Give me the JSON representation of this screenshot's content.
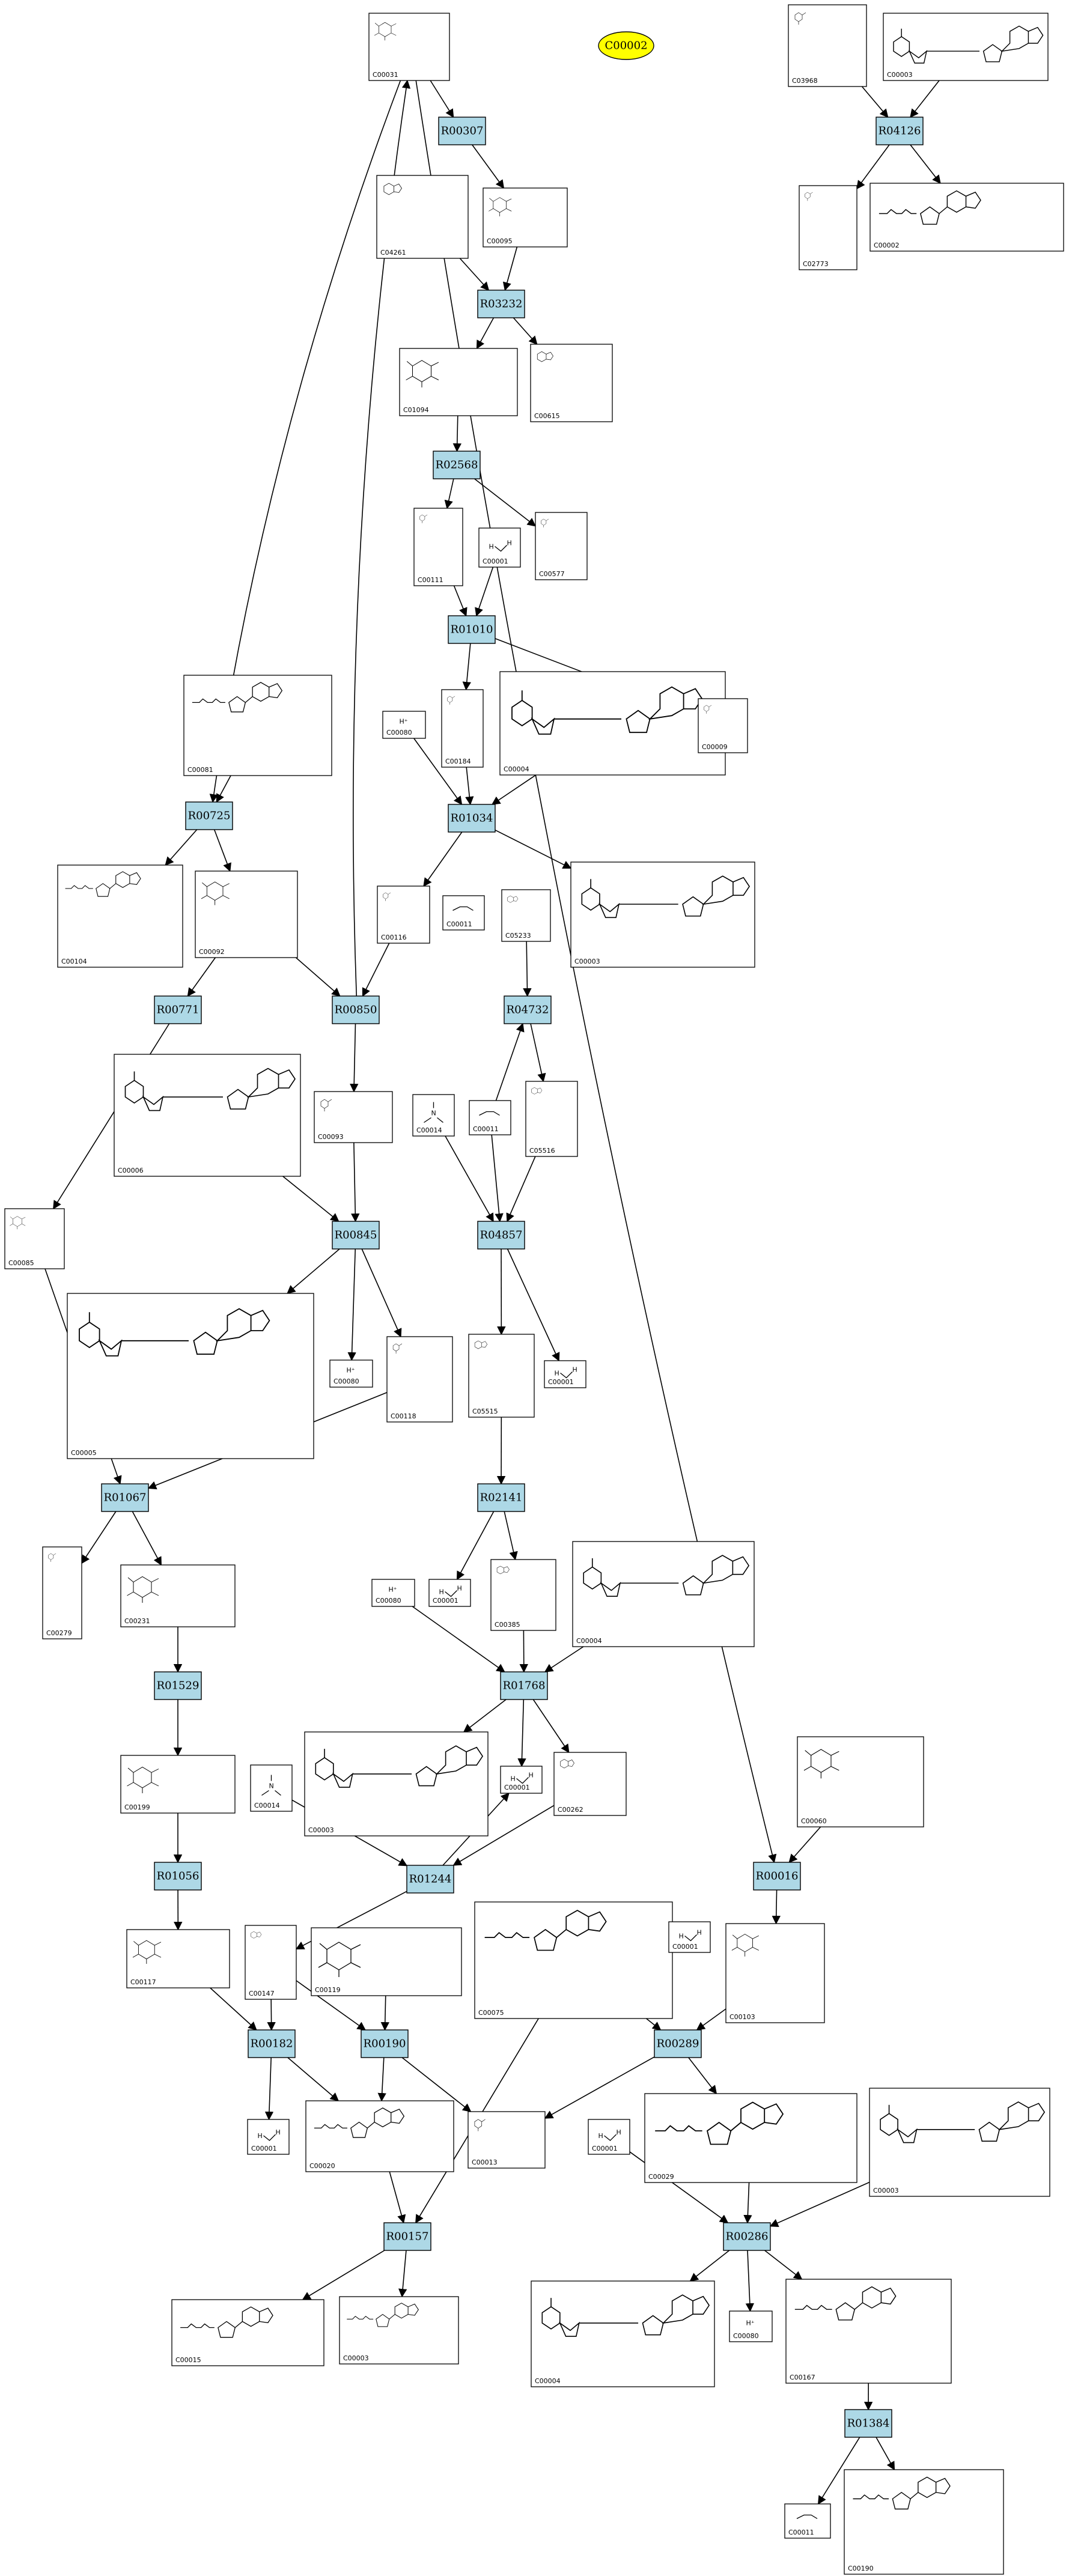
{
  "highlight": {
    "id": "C00002",
    "color": "#ffff00"
  },
  "colors": {
    "reaction": "#add8e6",
    "edge": "#000000",
    "compound_box": "#ffffff"
  },
  "reactions": [
    "R00307",
    "R04126",
    "R03232",
    "R02568",
    "R01010",
    "R00725",
    "R01034",
    "R00771",
    "R00850",
    "R04732",
    "R00845",
    "R04857",
    "R01067",
    "R02141",
    "R01529",
    "R01768",
    "R01056",
    "R01244",
    "R00016",
    "R00182",
    "R00190",
    "R00289",
    "R00157",
    "R00286",
    "R01384"
  ],
  "compounds": [
    "C00031",
    "C03968",
    "C00003",
    "C04261",
    "C00095",
    "C02773",
    "C00002",
    "C01094",
    "C00615",
    "C00111",
    "C00001",
    "C00577",
    "C00080",
    "C00184",
    "C00004",
    "C00009",
    "C00081",
    "C00116",
    "C00011",
    "C05233",
    "C00104",
    "C00092",
    "C00006",
    "C00093",
    "C00014",
    "C05516",
    "C00085",
    "C00005",
    "C00118",
    "C05515",
    "C00279",
    "C00231",
    "C00385",
    "C00199",
    "C00262",
    "C00060",
    "C00117",
    "C00147",
    "C00119",
    "C00075",
    "C00103",
    "C00020",
    "C00013",
    "C00029",
    "C00015",
    "C00167",
    "C00190"
  ],
  "edges": [
    [
      "C00031",
      "R00307"
    ],
    [
      "C00031",
      "R00725"
    ],
    [
      "C00031",
      "R00016"
    ],
    [
      "R00850",
      "C00031"
    ],
    [
      "R00307",
      "C00095"
    ],
    [
      "C00095",
      "R03232"
    ],
    [
      "C04261",
      "R03232"
    ],
    [
      "C03968",
      "R04126"
    ],
    [
      "C00003",
      "R04126"
    ],
    [
      "R04126",
      "C02773"
    ],
    [
      "R04126",
      "C00002"
    ],
    [
      "R03232",
      "C01094"
    ],
    [
      "R03232",
      "C00615"
    ],
    [
      "C01094",
      "R02568"
    ],
    [
      "R02568",
      "C00111"
    ],
    [
      "R02568",
      "C00577"
    ],
    [
      "C00111",
      "R01010"
    ],
    [
      "C00001",
      "R01010"
    ],
    [
      "R01010",
      "C00184"
    ],
    [
      "R01010",
      "C00009"
    ],
    [
      "C00080",
      "R01034"
    ],
    [
      "C00184",
      "R01034"
    ],
    [
      "C00004",
      "R01034"
    ],
    [
      "R01034",
      "C00116"
    ],
    [
      "R01034",
      "C00003"
    ],
    [
      "C00081",
      "R00725"
    ],
    [
      "R00725",
      "C00104"
    ],
    [
      "R00725",
      "C00092"
    ],
    [
      "C00092",
      "R00771"
    ],
    [
      "C00092",
      "R00850"
    ],
    [
      "C00116",
      "R00850"
    ],
    [
      "R00850",
      "C00093"
    ],
    [
      "C00011",
      "R04732"
    ],
    [
      "C05233",
      "R04732"
    ],
    [
      "R04732",
      "C05516"
    ],
    [
      "R00771",
      "C00085"
    ],
    [
      "C00006",
      "R00845"
    ],
    [
      "C00093",
      "R00845"
    ],
    [
      "R00845",
      "C00005"
    ],
    [
      "R00845",
      "C00080"
    ],
    [
      "R00845",
      "C00118"
    ],
    [
      "C00014",
      "R04857"
    ],
    [
      "C00011",
      "R04857"
    ],
    [
      "C05516",
      "R04857"
    ],
    [
      "R04857",
      "C05515"
    ],
    [
      "R04857",
      "C00001"
    ],
    [
      "C00085",
      "R01067"
    ],
    [
      "C00118",
      "R01067"
    ],
    [
      "R01067",
      "C00279"
    ],
    [
      "R01067",
      "C00231"
    ],
    [
      "C05515",
      "R02141"
    ],
    [
      "R02141",
      "C00001"
    ],
    [
      "R02141",
      "C00385"
    ],
    [
      "C00231",
      "R01529"
    ],
    [
      "R01529",
      "C00199"
    ],
    [
      "C00080",
      "R01768"
    ],
    [
      "C00385",
      "R01768"
    ],
    [
      "C00004",
      "R01768"
    ],
    [
      "R01768",
      "C00003"
    ],
    [
      "R01768",
      "C00001"
    ],
    [
      "R01768",
      "C00262"
    ],
    [
      "C00199",
      "R01056"
    ],
    [
      "R01056",
      "C00117"
    ],
    [
      "C00014",
      "R01244"
    ],
    [
      "C00262",
      "R01244"
    ],
    [
      "R01244",
      "C00147"
    ],
    [
      "R01244",
      "C00001"
    ],
    [
      "C00060",
      "R00016"
    ],
    [
      "R00016",
      "C00103"
    ],
    [
      "C00117",
      "R00182"
    ],
    [
      "C00147",
      "R00182"
    ],
    [
      "C00147",
      "R00190"
    ],
    [
      "C00119",
      "R00190"
    ],
    [
      "R00182",
      "C00001"
    ],
    [
      "R00182",
      "C00020"
    ],
    [
      "R00190",
      "C00020"
    ],
    [
      "R00190",
      "C00013"
    ],
    [
      "C00075",
      "R00289"
    ],
    [
      "C00103",
      "R00289"
    ],
    [
      "R00289",
      "C00013"
    ],
    [
      "R00289",
      "C00029"
    ],
    [
      "C00075",
      "R00157"
    ],
    [
      "C00020",
      "R00157"
    ],
    [
      "R00157",
      "C00015"
    ],
    [
      "R00157",
      "C00003"
    ],
    [
      "C00029",
      "R00286"
    ],
    [
      "C00003",
      "R00286"
    ],
    [
      "C00001",
      "R00286"
    ],
    [
      "R00286",
      "C00004"
    ],
    [
      "R00286",
      "C00080"
    ],
    [
      "R00286",
      "C00167"
    ],
    [
      "C00167",
      "R01384"
    ],
    [
      "R01384",
      "C00011"
    ],
    [
      "R01384",
      "C00190"
    ]
  ]
}
